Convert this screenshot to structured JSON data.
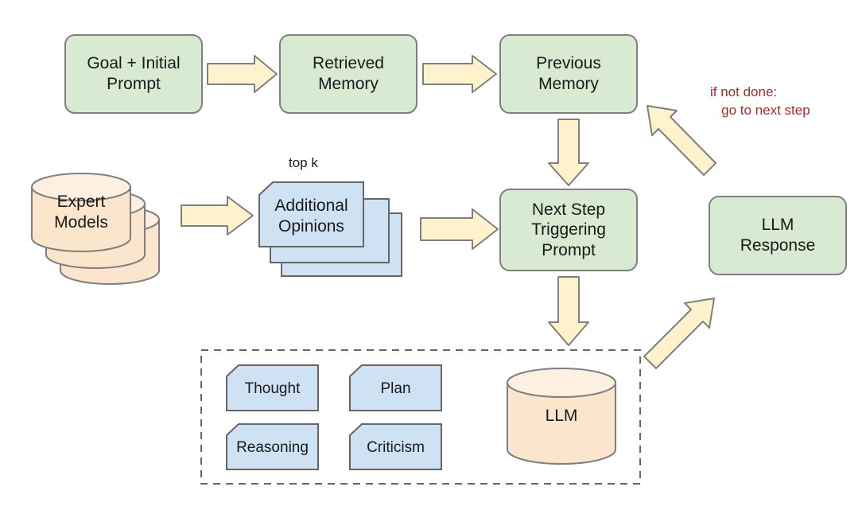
{
  "diagram": {
    "title": "LLM agent loop with expert models and memory",
    "colors": {
      "green_fill": "#d9ead3",
      "green_stroke": "#7f7f7f",
      "blue_fill": "#cfe2f3",
      "blue_stroke": "#666666",
      "peach_fill": "#fce5cd",
      "peach_top_fill": "#fdf0e0",
      "peach_stroke": "#7f7f7f",
      "arrow_fill": "#fff2cc",
      "arrow_stroke": "#7f7f7f",
      "dashed_stroke": "#666666",
      "annotation_text": "#a52a2a",
      "text": "#1a1a1a",
      "background": "#ffffff"
    },
    "nodes": {
      "goal_initial_prompt": {
        "label": "Goal + Initial\nPrompt",
        "shape": "rounded-rect",
        "fill": "green"
      },
      "retrieved_memory": {
        "label": "Retrieved\nMemory",
        "shape": "rounded-rect",
        "fill": "green"
      },
      "previous_memory": {
        "label": "Previous\nMemory",
        "shape": "rounded-rect",
        "fill": "green"
      },
      "expert_models": {
        "label": "Expert\nModels",
        "shape": "cylinder-stack",
        "fill": "peach",
        "stack_count": 3
      },
      "additional_opinions": {
        "label": "Additional\nOpinions",
        "shape": "document-stack",
        "fill": "blue",
        "stack_count": 3
      },
      "next_step_triggering_prompt": {
        "label": "Next Step\nTriggering\nPrompt",
        "shape": "rounded-rect",
        "fill": "green"
      },
      "llm_response": {
        "label": "LLM\nResponse",
        "shape": "rounded-rect",
        "fill": "green"
      },
      "llm": {
        "label": "LLM",
        "shape": "cylinder",
        "fill": "peach"
      },
      "thought": {
        "label": "Thought",
        "shape": "document",
        "fill": "blue"
      },
      "plan": {
        "label": "Plan",
        "shape": "document",
        "fill": "blue"
      },
      "reasoning": {
        "label": "Reasoning",
        "shape": "document",
        "fill": "blue"
      },
      "criticism": {
        "label": "Criticism",
        "shape": "document",
        "fill": "blue"
      }
    },
    "labels": {
      "top_k": "top k",
      "feedback_note": "if not done:\n   go to next step"
    },
    "edges": [
      {
        "from": "goal_initial_prompt",
        "to": "retrieved_memory",
        "direction": "right"
      },
      {
        "from": "retrieved_memory",
        "to": "previous_memory",
        "direction": "right"
      },
      {
        "from": "previous_memory",
        "to": "next_step_triggering_prompt",
        "direction": "down"
      },
      {
        "from": "expert_models",
        "to": "additional_opinions",
        "direction": "right"
      },
      {
        "from": "additional_opinions",
        "to": "next_step_triggering_prompt",
        "direction": "right"
      },
      {
        "from": "next_step_triggering_prompt",
        "to": "llm_container",
        "direction": "down"
      },
      {
        "from": "llm_container",
        "to": "llm_response",
        "direction": "up-right"
      },
      {
        "from": "llm_response",
        "to": "previous_memory",
        "direction": "up-left",
        "note": "if not done: go to next step"
      }
    ]
  }
}
